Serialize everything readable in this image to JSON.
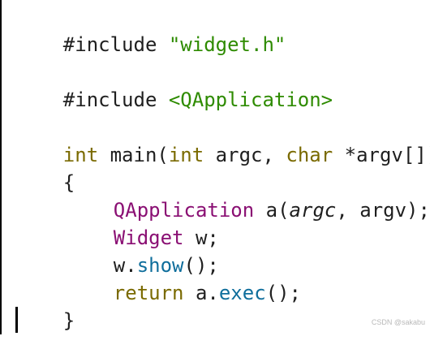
{
  "code": {
    "line1": {
      "directive": "#include",
      "target": "\"widget.h\""
    },
    "line3": {
      "directive": "#include",
      "target": "<QApplication>"
    },
    "line5": {
      "t1": "int",
      "fn": "main",
      "paren_open": "(",
      "t2": "int",
      "arg1": "argc,",
      "t3": "char",
      "arg2": "*argv[])"
    },
    "line6": "{",
    "line7": {
      "cls": "QApplication",
      "rest1": "a(",
      "param": "argc",
      "rest2": ", argv);"
    },
    "line8": {
      "cls": "Widget",
      "rest": " w;"
    },
    "line9": {
      "obj": "w.",
      "method": "show",
      "rest": "();"
    },
    "line10": {
      "kw": "return",
      "obj": " a.",
      "method": "exec",
      "rest": "();"
    },
    "line11": "}"
  },
  "watermark": "CSDN @sakabu",
  "colors": {
    "keyword_type": "#7a6a00",
    "string": "#2e8b00",
    "class": "#8a0f73",
    "method": "#0f6e9c",
    "default": "#1f1f1f"
  }
}
